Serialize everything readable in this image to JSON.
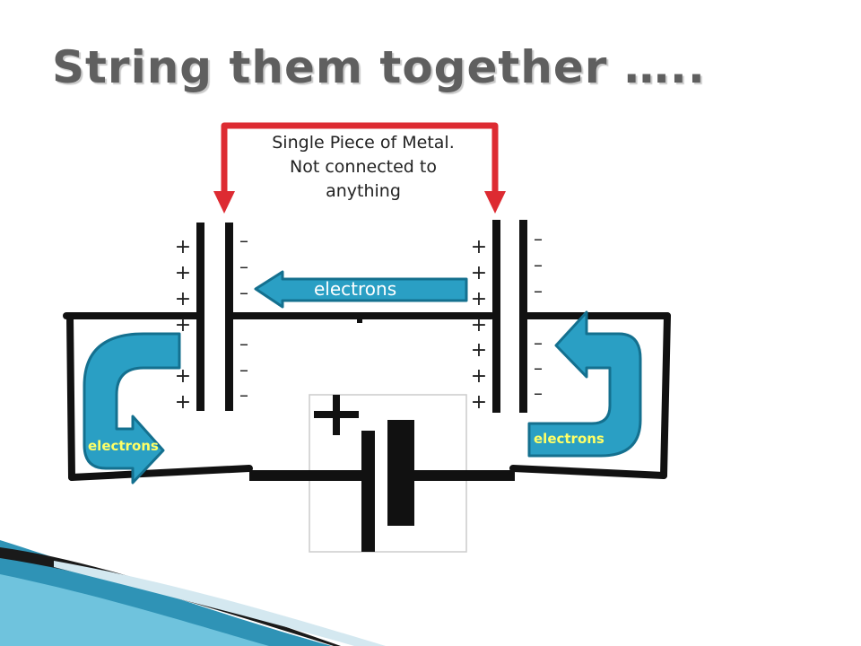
{
  "title": "String them together …..",
  "note": {
    "line1": "Single Piece of Metal.",
    "line2": "Not connected to",
    "line3": "anything"
  },
  "labels": {
    "electrons_middle": "electrons",
    "electrons_left": "electrons",
    "electrons_right": "electrons"
  },
  "symbols": {
    "plus": "+",
    "minus": "–"
  },
  "colors": {
    "title": "#5f5f5f",
    "connector_arrow": "#dd2b32",
    "electron_arrow": "#2a9fc4",
    "electron_label_yellow": "#ffff66",
    "wire": "#111111"
  }
}
